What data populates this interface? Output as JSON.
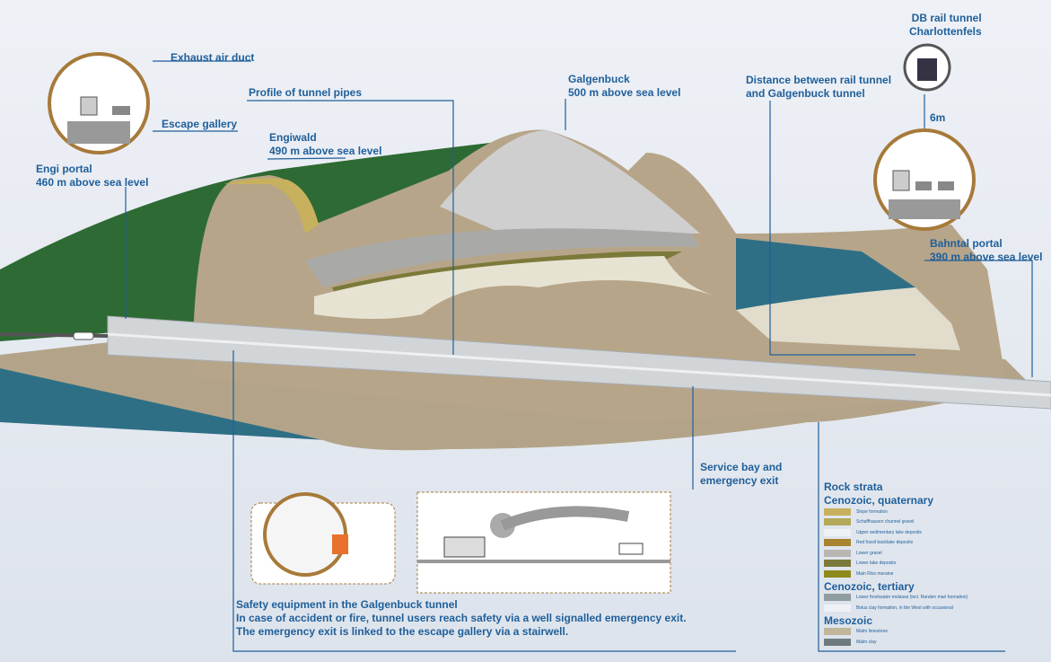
{
  "labels": {
    "exhaust": "Exhaust air duct",
    "profile": "Profile of tunnel pipes",
    "escape": "Escape gallery",
    "engi": [
      "Engi portal",
      "460 m above sea level"
    ],
    "engiwald": [
      "Engiwald",
      "490 m above sea level"
    ],
    "galgenbuck": [
      "Galgenbuck",
      "500 m above sea level"
    ],
    "db": [
      "DB rail tunnel",
      "Charlottenfels"
    ],
    "distance": [
      "Distance between rail tunnel",
      "and Galgenbuck tunnel"
    ],
    "six_m": "6m",
    "bahntal": [
      "Bahntal portal",
      "390 m above sea level"
    ],
    "service": [
      "Service bay and",
      "emergency exit"
    ]
  },
  "safety": [
    "Safety equipment in the Galgenbuck tunnel",
    "In case of accident or fire, tunnel users reach safety via a well signalled emergency exit.",
    "The emergency exit is linked to the escape gallery via a stairwell."
  ],
  "legend": {
    "title": "Rock strata",
    "groups": [
      {
        "name": "Cenozoic, quaternary",
        "items": [
          {
            "label": "Slope formation",
            "color": "#c8b15e"
          },
          {
            "label": "Schaffhausen channel gravel",
            "color": "#b3a95a"
          },
          {
            "label": "Upper sedimentary lake deposits",
            "color": "#eef1f6"
          },
          {
            "label": "Red fossil backlake deposits",
            "color": "#a8842f"
          },
          {
            "label": "Lower gravel",
            "color": "#b9b6b4"
          },
          {
            "label": "Lower lake deposits",
            "color": "#7c7a3a"
          },
          {
            "label": "Main Riss moraine",
            "color": "#8f8a1c"
          }
        ]
      },
      {
        "name": "Cenozoic, tertiary",
        "items": [
          {
            "label": "Lower freshwater molasse (incl. Randen marl formation)",
            "color": "#8f9da0"
          },
          {
            "label": "Bolus clay formation, in the West with occasional",
            "color": "#eef1f6"
          }
        ]
      },
      {
        "name": "Mesozoic",
        "items": [
          {
            "label": "Malm limestone",
            "color": "#c1b59a"
          },
          {
            "label": "Malm clay",
            "color": "#6d7a7e"
          }
        ]
      }
    ]
  }
}
